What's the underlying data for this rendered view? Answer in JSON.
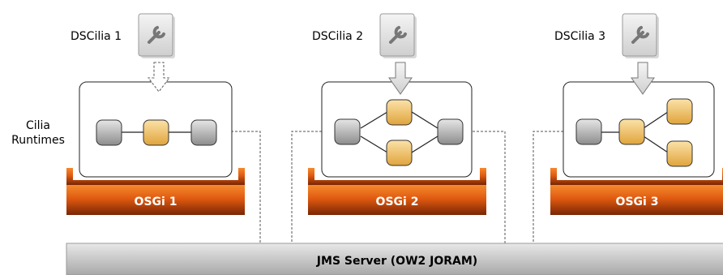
{
  "dscilia": [
    {
      "label": "DSCilia 1",
      "arrow_style": "dashed"
    },
    {
      "label": "DSCilia 2",
      "arrow_style": "solid"
    },
    {
      "label": "DSCilia 3",
      "arrow_style": "solid"
    }
  ],
  "runtimes_label_line1": "Cilia",
  "runtimes_label_line2": "Runtimes",
  "osgi": [
    "OSGi 1",
    "OSGi 2",
    "OSGi 3"
  ],
  "jms_server": "JMS Server (OW2 JORAM)",
  "colors": {
    "osgi_top": "#f06a1a",
    "osgi_bottom": "#8a2a05",
    "node_gray": "#b5b5b5",
    "node_orange": "#f2c56d",
    "jms_bar": "#c9c9c9"
  },
  "node_types": {
    "cilia1": [
      "gray",
      "orange",
      "gray"
    ],
    "cilia2": [
      "gray",
      "orange",
      "orange",
      "gray"
    ],
    "cilia3": [
      "gray",
      "orange",
      "orange",
      "orange"
    ]
  }
}
